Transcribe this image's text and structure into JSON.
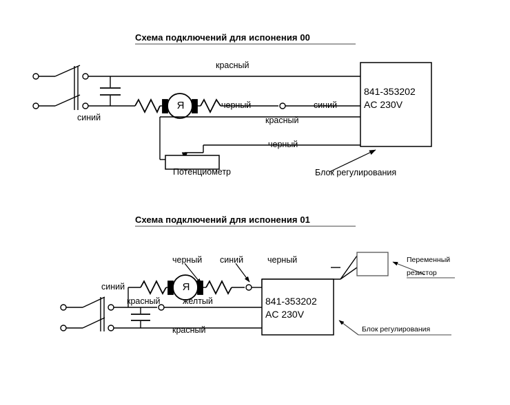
{
  "document": {
    "kind": "electrical-wiring-diagrams",
    "language": "ru"
  },
  "diagram_00": {
    "title": "Схема подключений для испонения 00",
    "control_block": {
      "model": "841-353202",
      "voltage": "AC  230V",
      "callout": "Блок регулирования"
    },
    "motor": {
      "letter": "Я"
    },
    "potentiometer": {
      "label": "Потенциометр"
    },
    "labels": {
      "supply_blue": "синий",
      "top_red": "красный",
      "motor_black": "черный",
      "motor_blue": "синий",
      "mid_red": "красный",
      "bottom_black": "черный"
    }
  },
  "diagram_01": {
    "title": "Схема подключений для испонения 01",
    "control_block": {
      "model": "841-353202",
      "voltage": "AC  230V",
      "callout": "Блок регулирования"
    },
    "motor": {
      "letter": "Я"
    },
    "variable_resistor": {
      "callout_line1": "Переменный",
      "callout_line2": "резистор"
    },
    "labels": {
      "supply_blue": "синий",
      "supply_red": "красный",
      "motor_yellow": "желтый",
      "tap_black": "черный",
      "tap_blue": "синий",
      "top_black": "черный",
      "bottom_red": "красный"
    }
  }
}
